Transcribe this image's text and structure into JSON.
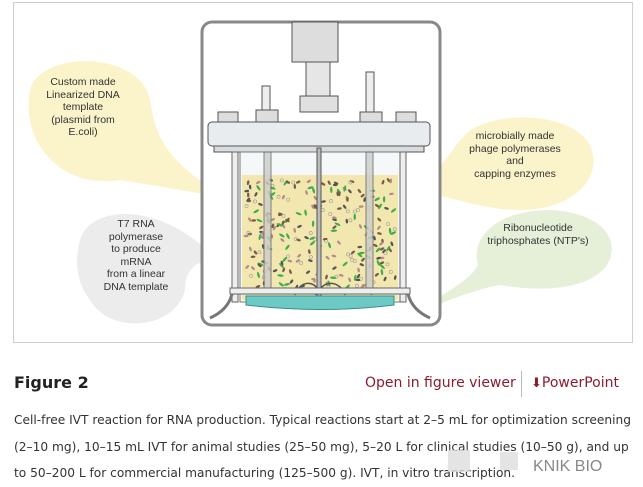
{
  "figure": {
    "bubbles": {
      "dna_template": "Custom made\nLinearized DNA\ntemplate\n(plasmid from\nE.coli)",
      "t7_polymerase": "T7 RNA\npolymerase\nto produce\nmRNA\nfrom a linear\nDNA template",
      "phage_polymerases": "microbially made\nphage polymerases\nand\ncapping enzymes",
      "ntps": "Ribonucleotide\ntriphosphates (NTP's)"
    },
    "colors": {
      "yellow_bubble": "#fbf3c9",
      "gray_bubble": "#ececec",
      "green_bubble": "#e6f0d8",
      "liquid": "#f3e7b0",
      "jacket": "#6cc9c4",
      "link": "#8a1c2e"
    }
  },
  "header": {
    "title": "Figure 2",
    "open_viewer": "Open in figure viewer",
    "powerpoint": "PowerPoint",
    "download_icon": "download-arrow-icon"
  },
  "caption": "Cell-free IVT reaction for RNA production. Typical reactions start at 2–5 mL for optimization screening (2–10 mg), 10–15 mL IVT for animal studies (25–50 mg), 5–20 L for clinical studies (10–50 g), and up to 50–200 L for commercial manufacturing (125–500 g). IVT, in vitro transcription.",
  "watermark": "KNIK BIO"
}
